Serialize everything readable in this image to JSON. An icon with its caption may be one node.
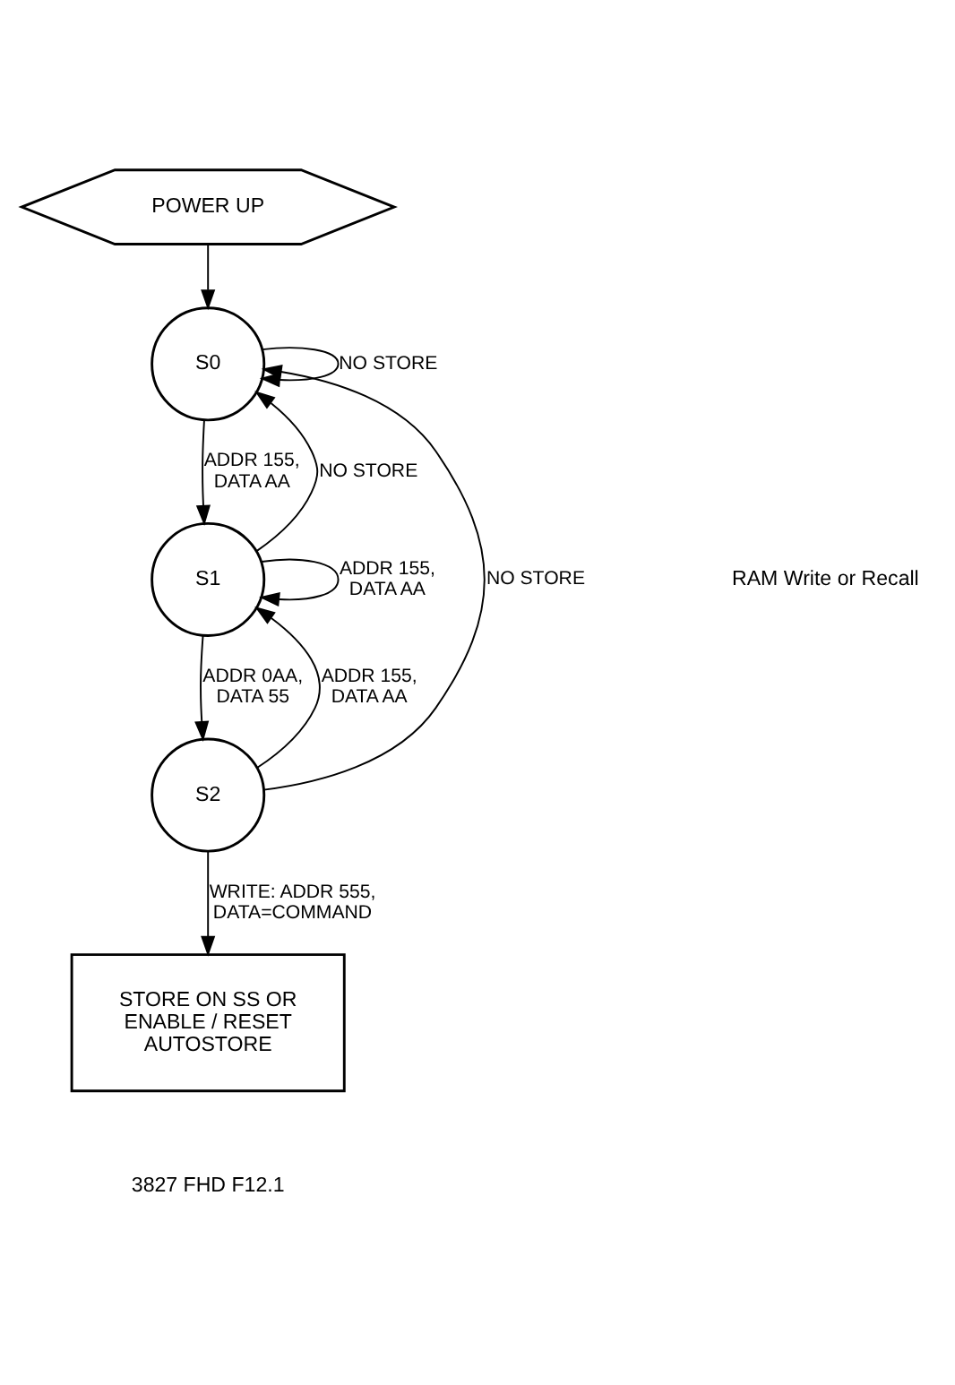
{
  "diagram": {
    "nodes": [
      {
        "text": [
          "POWER UP"
        ]
      },
      {
        "text": [
          "S0"
        ]
      },
      {
        "text": [
          "S1"
        ]
      },
      {
        "text": [
          "S2"
        ]
      },
      {
        "text": [
          "STORE ON SS OR ENABLE / RESET AUTOSTORE"
        ]
      }
    ],
    "edges": [
      {
        "from": 0,
        "to": 1,
        "arrow": "to"
      },
      {
        "from": 1,
        "to": 1,
        "arrow": "to",
        "label": "NO STORE"
      },
      {
        "from": 1,
        "to": 2,
        "arrow": "to",
        "label": "ADDR 155, DATA AA"
      },
      {
        "from": 2,
        "to": 2,
        "arrow": "to",
        "label": "ADDR 155, DATA AA"
      },
      {
        "from": 2,
        "to": 1,
        "arrow": "to",
        "label": "NO STORE"
      },
      {
        "from": 2,
        "to": 3,
        "arrow": "to",
        "label": "ADDR 0AA, DATA 55"
      },
      {
        "from": 3,
        "to": 2,
        "arrow": "to",
        "label": "ADDR 155, DATA AA"
      },
      {
        "from": 3,
        "to": 1,
        "arrow": "to",
        "label": "NO STORE"
      },
      {
        "from": 3,
        "to": 4,
        "arrow": "to",
        "label": "WRITE: ADDR 555, DATA=COMMAND"
      }
    ],
    "labels": [
      "RAM Write or Recall",
      "3827 FHD F12.1"
    ]
  }
}
